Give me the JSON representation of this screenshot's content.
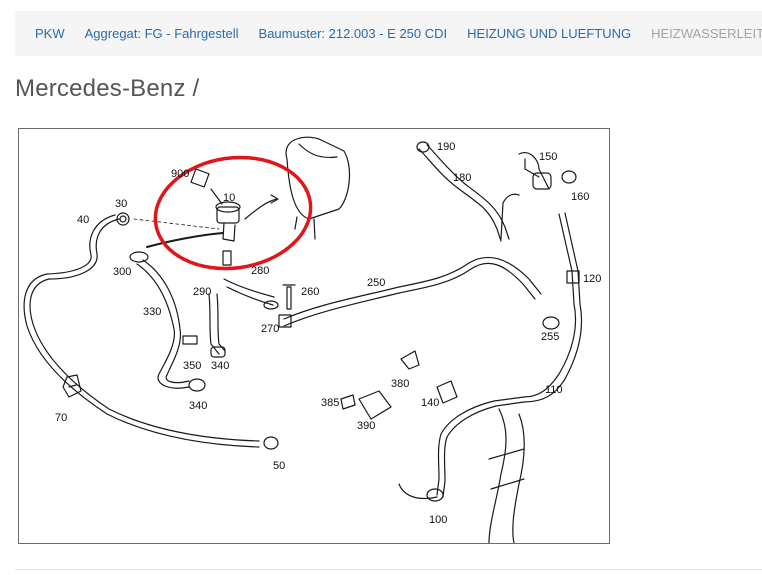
{
  "breadcrumb": {
    "items": [
      {
        "label": "PKW"
      },
      {
        "label": "Aggregat: FG - Fahrgestell"
      },
      {
        "label": "Baumuster: 212.003 - E 250 CDI"
      },
      {
        "label": "HEIZUNG UND LUEFTUNG"
      },
      {
        "label": "HEIZWASSERLEITUNGEN"
      }
    ]
  },
  "page": {
    "title": "Mercedes-Benz /"
  },
  "diagram": {
    "callouts": [
      "900",
      "10",
      "30",
      "40",
      "300",
      "330",
      "350",
      "340",
      "340",
      "70",
      "50",
      "290",
      "280",
      "260",
      "270",
      "250",
      "190",
      "180",
      "150",
      "160",
      "120",
      "255",
      "110",
      "385",
      "390",
      "380",
      "140",
      "100"
    ],
    "highlight_color": "#e0161b"
  }
}
